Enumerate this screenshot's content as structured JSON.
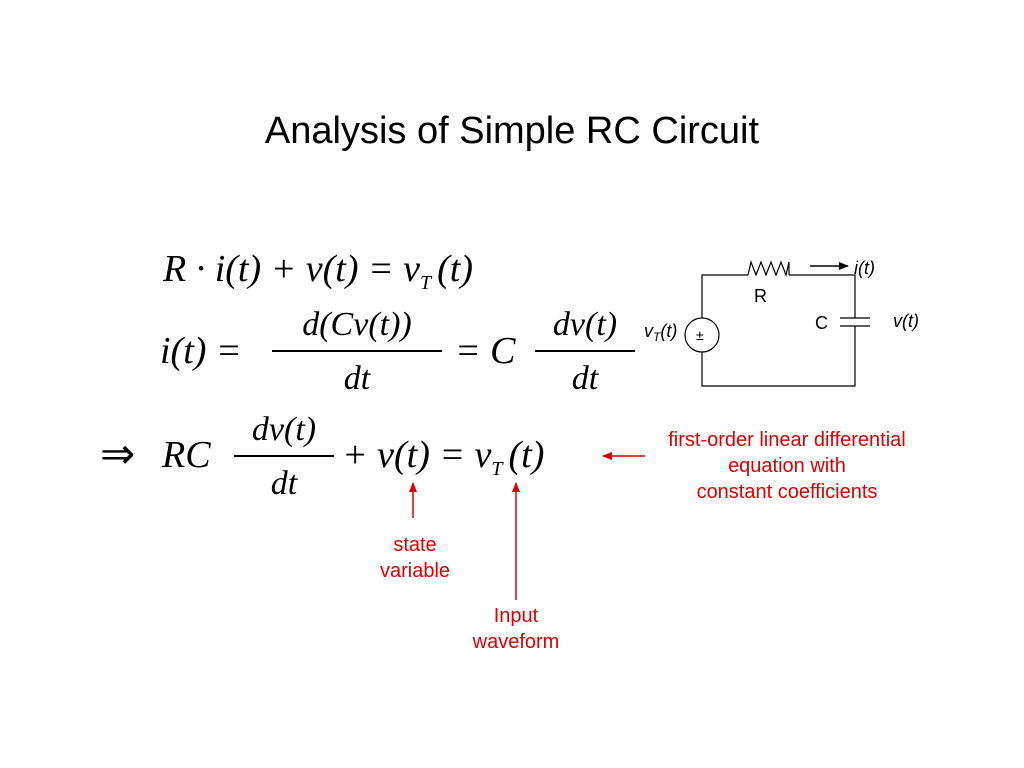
{
  "slide": {
    "title": "Analysis of Simple RC Circuit"
  },
  "equations": {
    "eq1": {
      "lhs": "R · i(t) + v(t) = v",
      "sub": "T",
      "tail": "(t)"
    },
    "eq2": {
      "lhs": "i(t) =",
      "frac1_num": "d(Cv(t))",
      "frac1_den": "dt",
      "mid": "= C",
      "frac2_num": "dv(t)",
      "frac2_den": "dt"
    },
    "eq3": {
      "implies": "⇒",
      "rc": "RC",
      "frac_num": "dv(t)",
      "frac_den": "dt",
      "rest": "+ v(t) = v",
      "sub": "T",
      "tail": "(t)"
    }
  },
  "annotations": {
    "state_variable": [
      "state",
      "variable"
    ],
    "input_waveform": [
      "Input",
      "waveform"
    ],
    "ode_note": [
      "first-order linear differential",
      "equation with",
      "constant coefficients"
    ]
  },
  "circuit": {
    "resistor_label": "R",
    "capacitor_label": "C",
    "current_label": "i(t)",
    "voltage_label": "v(t)",
    "source_label": "v",
    "source_sub": "T",
    "source_tail": "(t)",
    "source_symbol": "±"
  },
  "colors": {
    "annotation": "#e00000",
    "text": "#000000"
  }
}
